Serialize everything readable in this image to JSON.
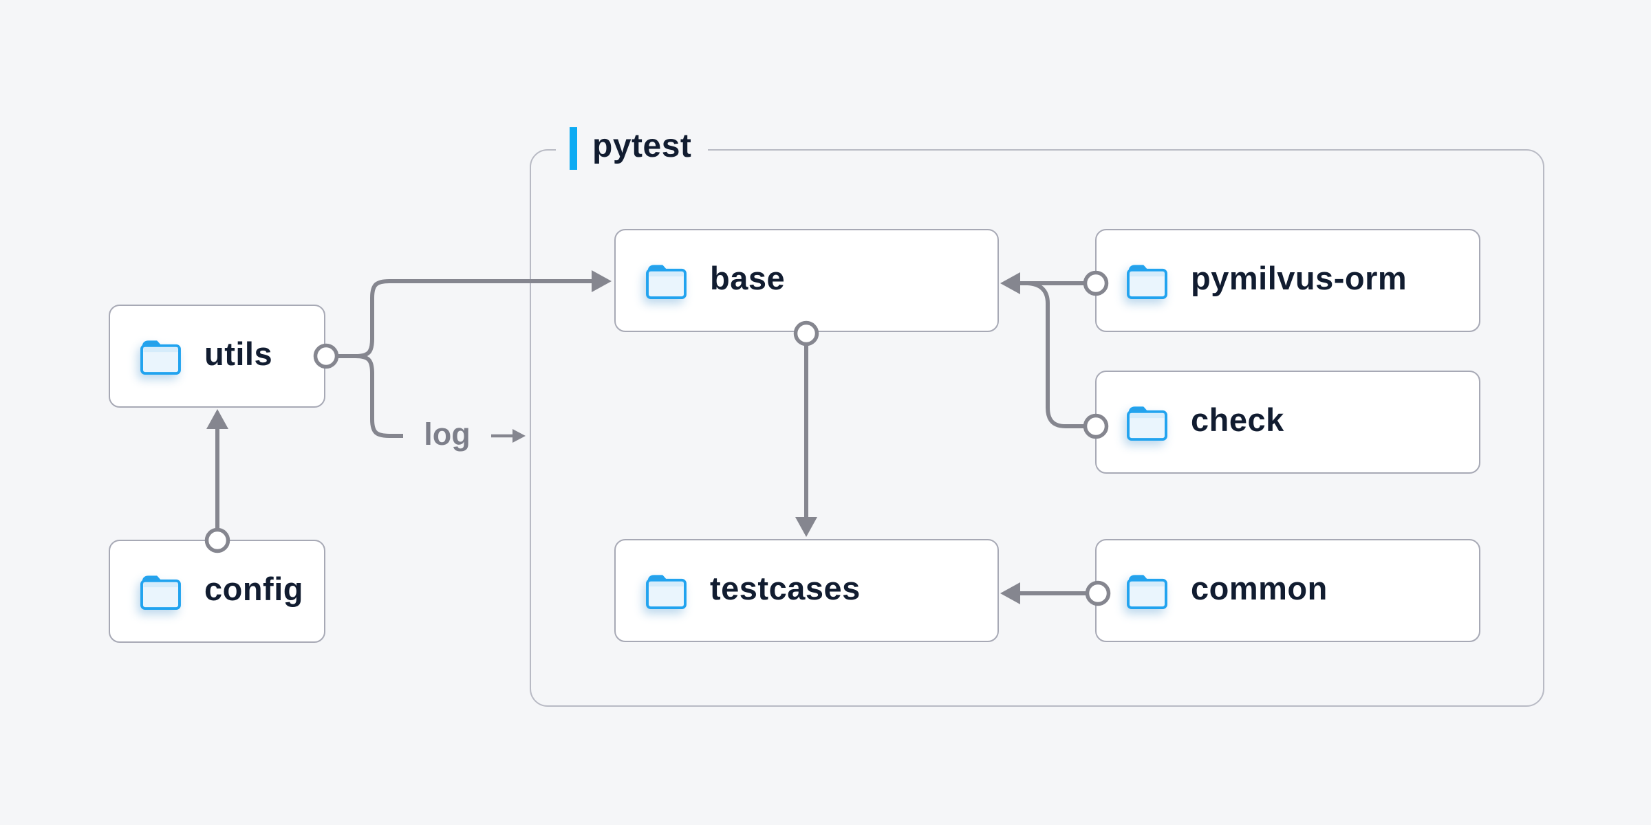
{
  "diagram": {
    "group": {
      "label": "pytest"
    },
    "nodes": {
      "utils": {
        "label": "utils",
        "icon": "folder-icon"
      },
      "config": {
        "label": "config",
        "icon": "folder-icon"
      },
      "base": {
        "label": "base",
        "icon": "folder-icon"
      },
      "pymilvus_orm": {
        "label": "pymilvus-orm",
        "icon": "folder-icon"
      },
      "check": {
        "label": "check",
        "icon": "folder-icon"
      },
      "testcases": {
        "label": "testcases",
        "icon": "folder-icon"
      },
      "common": {
        "label": "common",
        "icon": "folder-icon"
      }
    },
    "edge_labels": {
      "log": "log"
    },
    "edges": [
      {
        "from": "config",
        "to": "utils"
      },
      {
        "from": "utils",
        "to": "base"
      },
      {
        "from": "utils",
        "to": "log"
      },
      {
        "from": "pymilvus-orm",
        "to": "base"
      },
      {
        "from": "check",
        "to": "base"
      },
      {
        "from": "base",
        "to": "testcases"
      },
      {
        "from": "common",
        "to": "testcases"
      }
    ],
    "colors": {
      "background": "#f5f6f8",
      "node_background": "#ffffff",
      "node_border": "#a7a9b5",
      "group_border": "#b8bac4",
      "connector_gray": "#85868f",
      "accent_blue_bar": "#0dabf3",
      "folder_stroke_blue": "#21a3ef",
      "folder_tab_blue": "#2b9fe4",
      "folder_body_blue": "#eaf5fd",
      "text_navy": "#111c30",
      "edge_label_gray": "#7d7f8a"
    }
  }
}
